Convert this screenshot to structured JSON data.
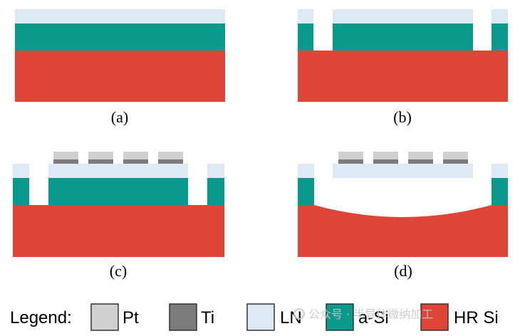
{
  "colors": {
    "pt": "#d0d0d0",
    "ti": "#7b7b7b",
    "ln": "#dde9f5",
    "asi": "#0a9a8c",
    "hrsi": "#de4536",
    "swatch_border": "#333333"
  },
  "panels": [
    {
      "id": "a",
      "caption": "(a)"
    },
    {
      "id": "b",
      "caption": "(b)"
    },
    {
      "id": "c",
      "caption": "(c)"
    },
    {
      "id": "d",
      "caption": "(d)"
    }
  ],
  "legend": {
    "title": "Legend:",
    "items": [
      {
        "label": "Pt",
        "color_key": "pt"
      },
      {
        "label": "Ti",
        "color_key": "ti"
      },
      {
        "label": "LN",
        "color_key": "ln"
      },
      {
        "label": "a-Si",
        "color_key": "asi"
      },
      {
        "label": "HR Si",
        "color_key": "hrsi"
      }
    ]
  },
  "watermark": {
    "text": "公众号 · 半导体微纳加工"
  }
}
